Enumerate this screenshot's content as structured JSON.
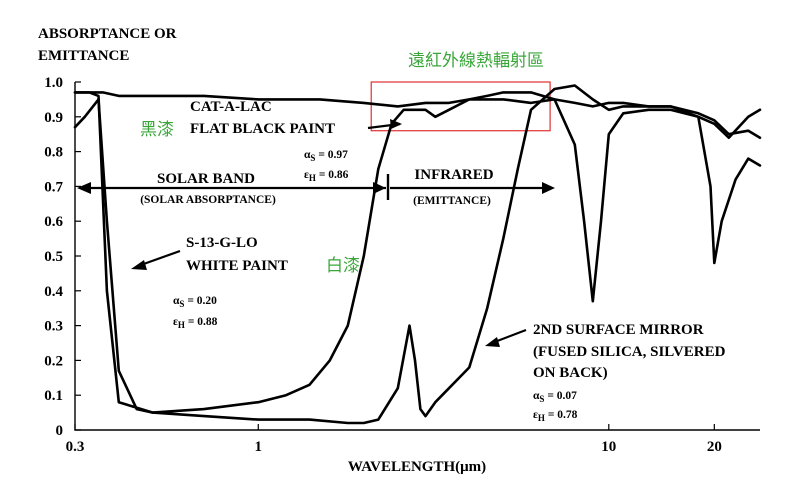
{
  "chart_data": {
    "type": "line",
    "ylabel": "ABSORPTANCE OR\nEMITTANCE",
    "ylabel_lines": [
      "ABSORPTANCE OR",
      "EMITTANCE"
    ],
    "xlabel": "WAVELENGTH(μm)",
    "x_scale": "log",
    "xlim": [
      0.3,
      27
    ],
    "ylim": [
      0,
      1.0
    ],
    "x_ticks": [
      0.3,
      1,
      10,
      20
    ],
    "x_tick_labels": [
      "0.3",
      "1",
      "10",
      "20"
    ],
    "y_ticks": [
      0,
      0.1,
      0.2,
      0.3,
      0.4,
      0.5,
      0.6,
      0.7,
      0.8,
      0.9,
      1.0
    ],
    "y_tick_labels": [
      "0",
      "0.1",
      "0.2",
      "0.3",
      "0.4",
      "0.5",
      "0.6",
      "0.7",
      "0.8",
      "0.9",
      "1.0"
    ],
    "series": [
      {
        "name": "CAT-A-LAC FLAT BLACK PAINT",
        "x": [
          0.3,
          0.33,
          0.36,
          0.4,
          0.5,
          0.7,
          1.0,
          1.5,
          2.0,
          2.5,
          3.0,
          3.5,
          4.0,
          5.0,
          6.0,
          7.0,
          8.0,
          9.0,
          10.0,
          11.0,
          13.0,
          15.0,
          18.0,
          20.0,
          22.0,
          25.0,
          27.0
        ],
        "y": [
          0.97,
          0.97,
          0.97,
          0.96,
          0.96,
          0.96,
          0.95,
          0.95,
          0.94,
          0.93,
          0.94,
          0.94,
          0.95,
          0.95,
          0.94,
          0.95,
          0.94,
          0.93,
          0.94,
          0.94,
          0.93,
          0.93,
          0.91,
          0.89,
          0.85,
          0.86,
          0.84
        ]
      },
      {
        "name": "S-13-G-LO WHITE PAINT",
        "x": [
          0.3,
          0.32,
          0.35,
          0.37,
          0.4,
          0.45,
          0.5,
          0.7,
          1.0,
          1.2,
          1.4,
          1.6,
          1.8,
          2.0,
          2.2,
          2.4,
          2.6,
          2.8,
          3.0,
          3.2,
          3.5,
          4.0,
          4.5,
          5.0,
          6.0,
          7.0,
          8.0,
          8.5,
          9.0,
          9.5,
          10.0,
          11.0,
          13.0,
          15.0,
          18.0,
          19.5,
          20.0,
          21.0,
          23.0,
          25.0,
          27.0
        ],
        "y": [
          0.87,
          0.9,
          0.95,
          0.6,
          0.17,
          0.06,
          0.05,
          0.06,
          0.08,
          0.1,
          0.13,
          0.2,
          0.3,
          0.5,
          0.75,
          0.88,
          0.92,
          0.92,
          0.92,
          0.9,
          0.92,
          0.95,
          0.96,
          0.97,
          0.97,
          0.95,
          0.82,
          0.6,
          0.37,
          0.6,
          0.85,
          0.91,
          0.92,
          0.92,
          0.9,
          0.7,
          0.48,
          0.6,
          0.72,
          0.78,
          0.76
        ]
      },
      {
        "name": "2ND SURFACE MIRROR (FUSED SILICA, SILVERED ON BACK)",
        "x": [
          0.3,
          0.33,
          0.35,
          0.37,
          0.4,
          0.5,
          0.7,
          1.0,
          1.4,
          1.8,
          2.0,
          2.2,
          2.5,
          2.7,
          2.8,
          2.9,
          3.0,
          3.2,
          3.5,
          4.0,
          4.5,
          5.0,
          5.5,
          6.0,
          7.0,
          8.0,
          9.0,
          10.0,
          11.0,
          13.0,
          15.0,
          18.0,
          20.0,
          22.0,
          25.0,
          27.0
        ],
        "y": [
          0.97,
          0.97,
          0.96,
          0.4,
          0.08,
          0.05,
          0.04,
          0.03,
          0.03,
          0.02,
          0.02,
          0.03,
          0.12,
          0.3,
          0.2,
          0.06,
          0.04,
          0.08,
          0.12,
          0.18,
          0.35,
          0.55,
          0.75,
          0.92,
          0.98,
          0.99,
          0.95,
          0.92,
          0.93,
          0.93,
          0.93,
          0.9,
          0.88,
          0.84,
          0.9,
          0.92
        ]
      }
    ],
    "annotations": {
      "cjk_band": "遠紅外線熱輻射區",
      "black_cn": "黑漆",
      "white_cn": "白漆",
      "black_name_1": "CAT-A-LAC",
      "black_name_2": "FLAT BLACK PAINT",
      "black_alpha": "α",
      "black_alpha_val": " = 0.97",
      "black_eps": "ε",
      "black_eps_val": " = 0.86",
      "solar_band": "SOLAR BAND",
      "solar_sub": "(SOLAR ABSORPTANCE)",
      "infrared": "INFRARED",
      "infrared_sub": "(EMITTANCE)",
      "white_name_1": "S-13-G-LO",
      "white_name_2": "WHITE PAINT",
      "white_alpha": "α",
      "white_alpha_val": " = 0.20",
      "white_eps": "ε",
      "white_eps_val": " = 0.88",
      "mirror_1": "2ND SURFACE MIRROR",
      "mirror_2": "(FUSED SILICA, SILVERED",
      "mirror_3": "ON BACK)",
      "mirror_alpha": "α",
      "mirror_alpha_val": " = 0.07",
      "mirror_eps": "ε",
      "mirror_eps_val": " = 0.78",
      "sub_s": "S",
      "sub_h": "H"
    },
    "highlight_box": {
      "x_range": [
        2.1,
        6.8
      ],
      "y_range": [
        0.86,
        1.0
      ],
      "color": "#e03030"
    },
    "grid": false,
    "legend": "none"
  }
}
